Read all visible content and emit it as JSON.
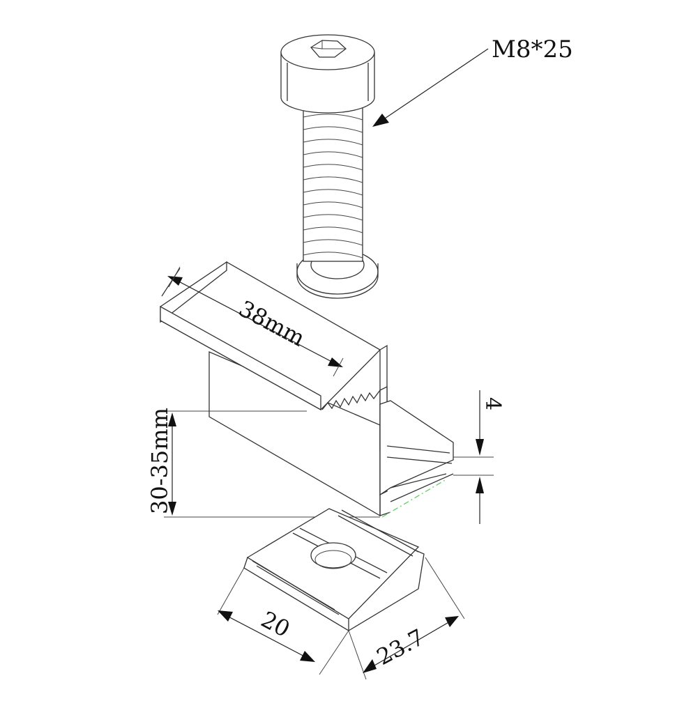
{
  "labels": {
    "bolt_spec": "M8*25",
    "clamp_length": "38mm",
    "height_range": "30-35mm",
    "lip_thickness": "4",
    "nut_width": "20",
    "nut_length": "23.7"
  },
  "colors": {
    "line": "#333333",
    "dimension": "#222222",
    "guide": "#66cc66"
  }
}
